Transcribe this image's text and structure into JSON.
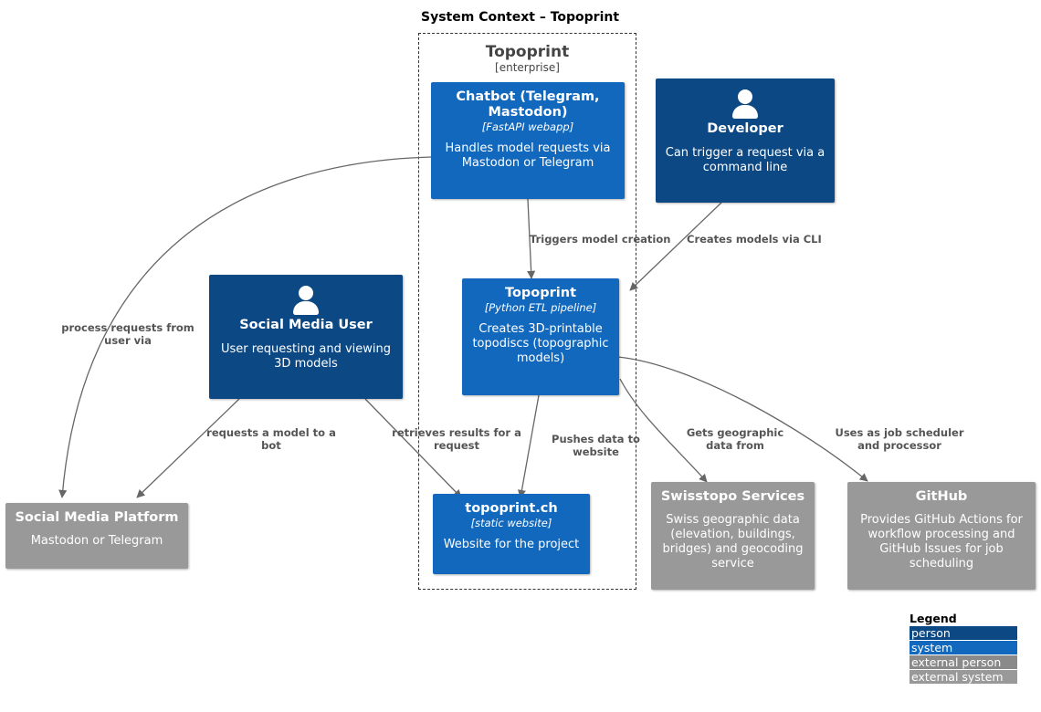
{
  "diagram": {
    "title": "System Context – Topoprint",
    "type": "c4-system-context"
  },
  "boundary": {
    "name": "Topoprint",
    "type": "[enterprise]"
  },
  "nodes": [
    {
      "id": "chatbot",
      "kind": "system",
      "name": "Chatbot (Telegram, Mastodon)",
      "type": "[FastAPI webapp]",
      "description": "Handles model requests via Mastodon or Telegram",
      "has_person_icon": false,
      "color": "#1168bd"
    },
    {
      "id": "developer",
      "kind": "person",
      "name": "Developer",
      "type": "",
      "description": "Can trigger a request via a command line",
      "has_person_icon": true,
      "color": "#0b4884"
    },
    {
      "id": "social-media-user",
      "kind": "person",
      "name": "Social Media User",
      "type": "",
      "description": "User requesting and viewing 3D models",
      "has_person_icon": true,
      "color": "#0b4884"
    },
    {
      "id": "topoprint",
      "kind": "system",
      "name": "Topoprint",
      "type": "[Python ETL pipeline]",
      "description": "Creates 3D-printable topodiscs (topographic models)",
      "has_person_icon": false,
      "color": "#1168bd"
    },
    {
      "id": "social-media-platform",
      "kind": "ext-system",
      "name": "Social Media Platform",
      "type": "",
      "description": "Mastodon or Telegram",
      "has_person_icon": false,
      "color": "#999999"
    },
    {
      "id": "topoprint-ch",
      "kind": "system",
      "name": "topoprint.ch",
      "type": "[static website]",
      "description": "Website for the project",
      "has_person_icon": false,
      "color": "#1168bd"
    },
    {
      "id": "swisstopo",
      "kind": "ext-system",
      "name": "Swisstopo Services",
      "type": "",
      "description": "Swiss geographic data (elevation, buildings, bridges) and geocoding service",
      "has_person_icon": false,
      "color": "#999999"
    },
    {
      "id": "github",
      "kind": "ext-system",
      "name": "GitHub",
      "type": "",
      "description": "Provides GitHub Actions for workflow processing and GitHub Issues for job scheduling",
      "has_person_icon": false,
      "color": "#999999"
    }
  ],
  "edges": [
    {
      "id": "chatbot-to-platform",
      "from": "chatbot",
      "to": "social-media-platform",
      "label": "process requests from\nuser via"
    },
    {
      "id": "chatbot-to-topoprint",
      "from": "chatbot",
      "to": "topoprint",
      "label": "Triggers model creation"
    },
    {
      "id": "developer-to-topoprint",
      "from": "developer",
      "to": "topoprint",
      "label": "Creates models via CLI"
    },
    {
      "id": "user-to-platform",
      "from": "social-media-user",
      "to": "social-media-platform",
      "label": "requests a model to a\nbot"
    },
    {
      "id": "user-to-website",
      "from": "social-media-user",
      "to": "topoprint-ch",
      "label": "retrieves results for a\nrequest"
    },
    {
      "id": "topoprint-to-website",
      "from": "topoprint",
      "to": "topoprint-ch",
      "label": "Pushes data to website"
    },
    {
      "id": "topoprint-to-swisstopo",
      "from": "topoprint",
      "to": "swisstopo",
      "label": "Gets geographic\ndata from"
    },
    {
      "id": "topoprint-to-github",
      "from": "topoprint",
      "to": "github",
      "label": "Uses as job scheduler\nand processor"
    }
  ],
  "legend": {
    "title": "Legend",
    "items": [
      {
        "label": "person",
        "color": "#0b4884"
      },
      {
        "label": "system",
        "color": "#1168bd"
      },
      {
        "label": "external person",
        "color": "#8a8a8a"
      },
      {
        "label": "external system",
        "color": "#999999"
      }
    ]
  }
}
